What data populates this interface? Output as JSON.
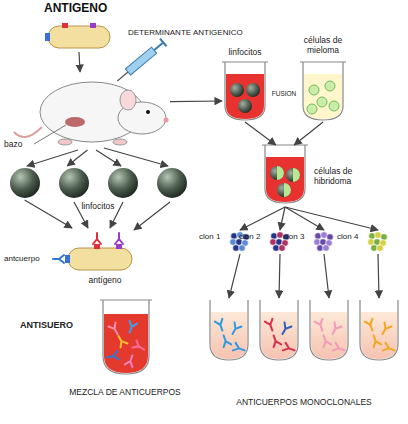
{
  "diagram": {
    "nodes": [
      {
        "text": [
          "ANTIGENO"
        ]
      },
      {
        "text": [
          "bazo"
        ]
      },
      {
        "text": [
          "linfocitos"
        ]
      },
      {
        "text": [
          "células de mieloma"
        ]
      },
      {
        "text": [
          "células de hibridoma"
        ]
      },
      {
        "text": [
          "linfocitos"
        ]
      },
      {
        "text": [
          "antígeno"
        ]
      },
      {
        "text": [
          "ANTISUERO",
          "MEZCLA DE ANTICUERPOS"
        ]
      },
      {
        "text": [
          "clon 1"
        ]
      },
      {
        "text": [
          "clon 2"
        ]
      },
      {
        "text": [
          "clon 3"
        ]
      },
      {
        "text": [
          "clon 4"
        ]
      }
    ],
    "edges": [
      {
        "from": 0,
        "to": 1,
        "arrow": "to"
      },
      {
        "from": 1,
        "to": 2,
        "arrow": "to"
      },
      {
        "from": 2,
        "to": 4,
        "arrow": "to"
      },
      {
        "from": 3,
        "to": 4,
        "arrow": "to"
      },
      {
        "from": 4,
        "to": 8,
        "arrow": "to"
      },
      {
        "from": 4,
        "to": 9,
        "arrow": "to"
      },
      {
        "from": 4,
        "to": 10,
        "arrow": "to"
      },
      {
        "from": 4,
        "to": 11,
        "arrow": "to"
      },
      {
        "from": 1,
        "to": 5,
        "arrow": "to"
      },
      {
        "from": 5,
        "to": 6,
        "arrow": "to"
      }
    ],
    "labels": [
      "DETERMINANTE ANTIGENICO",
      "FUSION",
      "antcuerpo",
      "ANTICUERPOS MONOCLONALES"
    ]
  }
}
